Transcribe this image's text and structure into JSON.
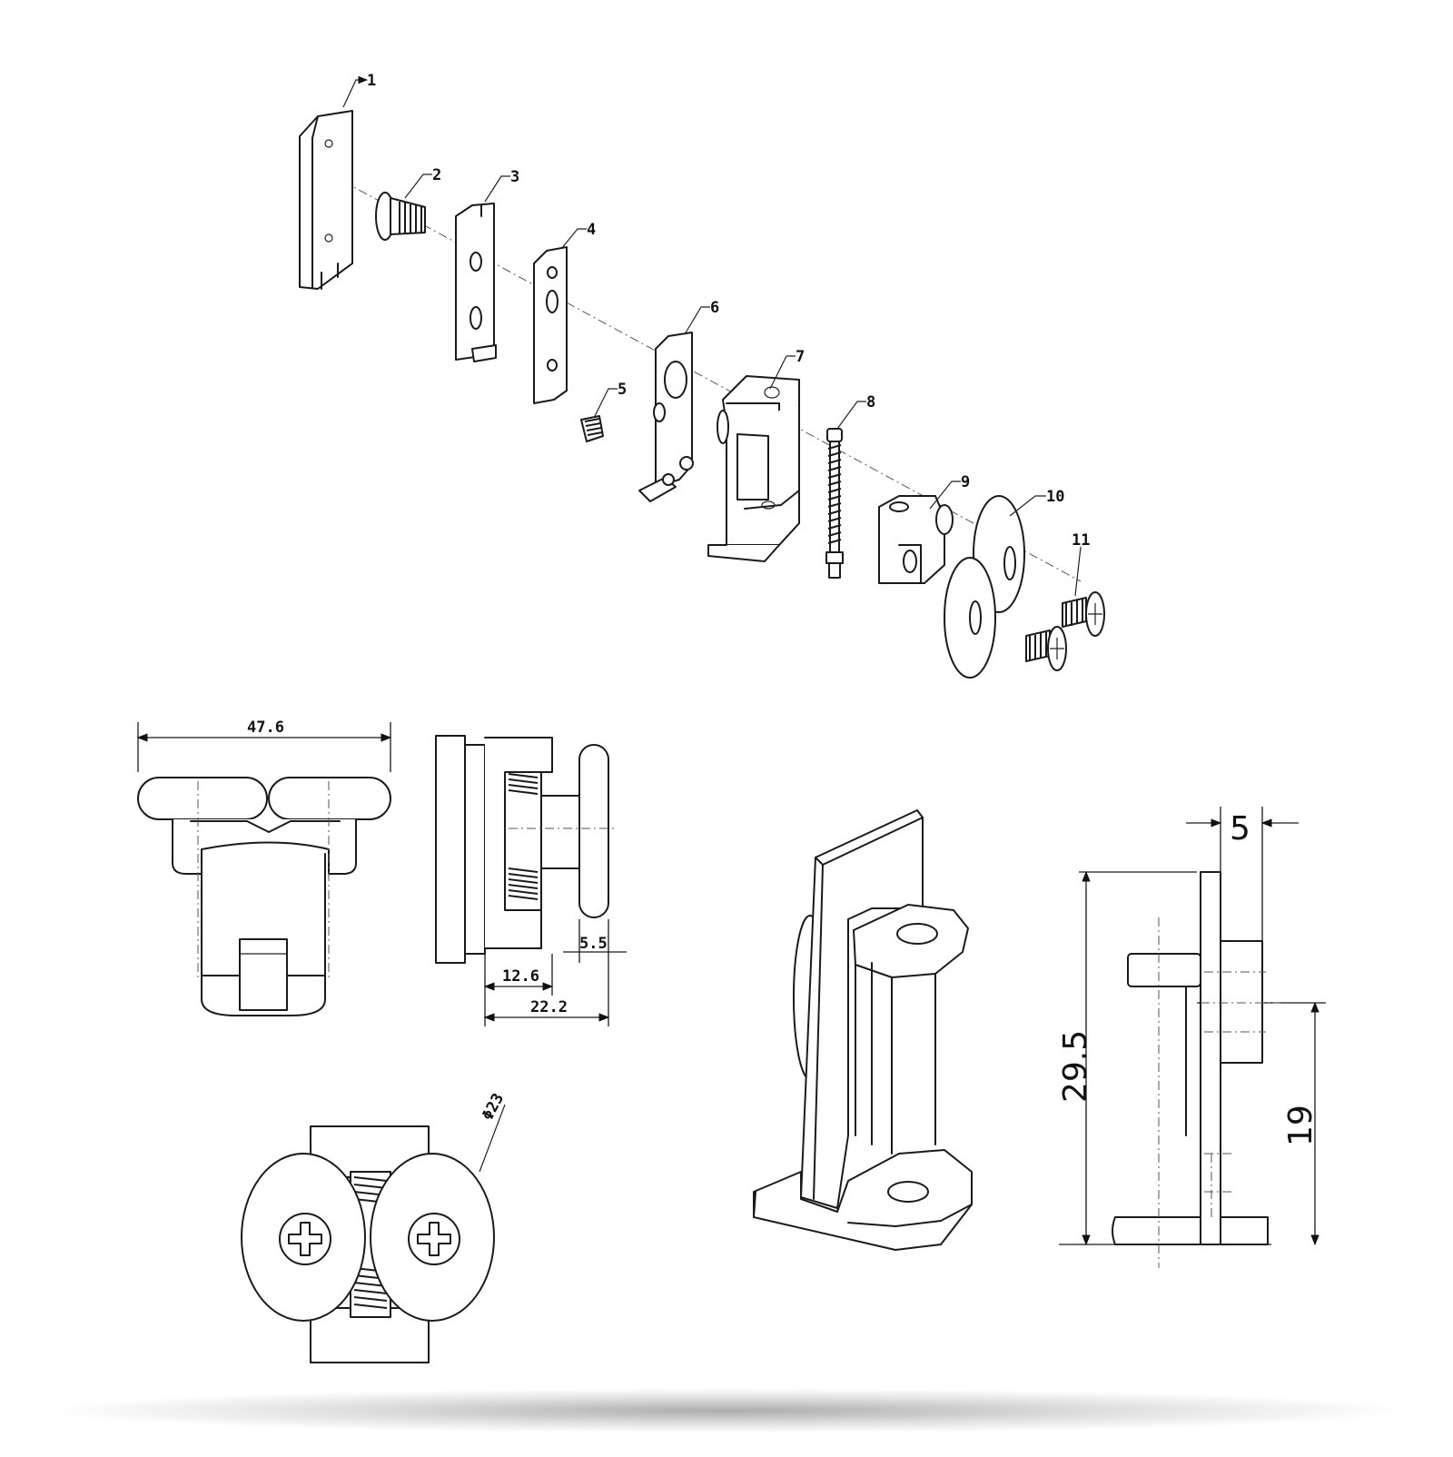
{
  "callouts": [
    {
      "number": "1"
    },
    {
      "number": "2"
    },
    {
      "number": "3"
    },
    {
      "number": "4"
    },
    {
      "number": "5"
    },
    {
      "number": "6"
    },
    {
      "number": "7"
    },
    {
      "number": "8"
    },
    {
      "number": "9"
    },
    {
      "number": "10"
    },
    {
      "number": "11"
    }
  ],
  "dimensions": {
    "front_width": "47.6",
    "side_depth_inner": "12.6",
    "side_depth_total": "22.2",
    "wheel_thickness": "5.5",
    "wheel_diameter": "Φ23",
    "plate_thickness": "5",
    "total_height": "29.5",
    "axle_height": "19"
  }
}
